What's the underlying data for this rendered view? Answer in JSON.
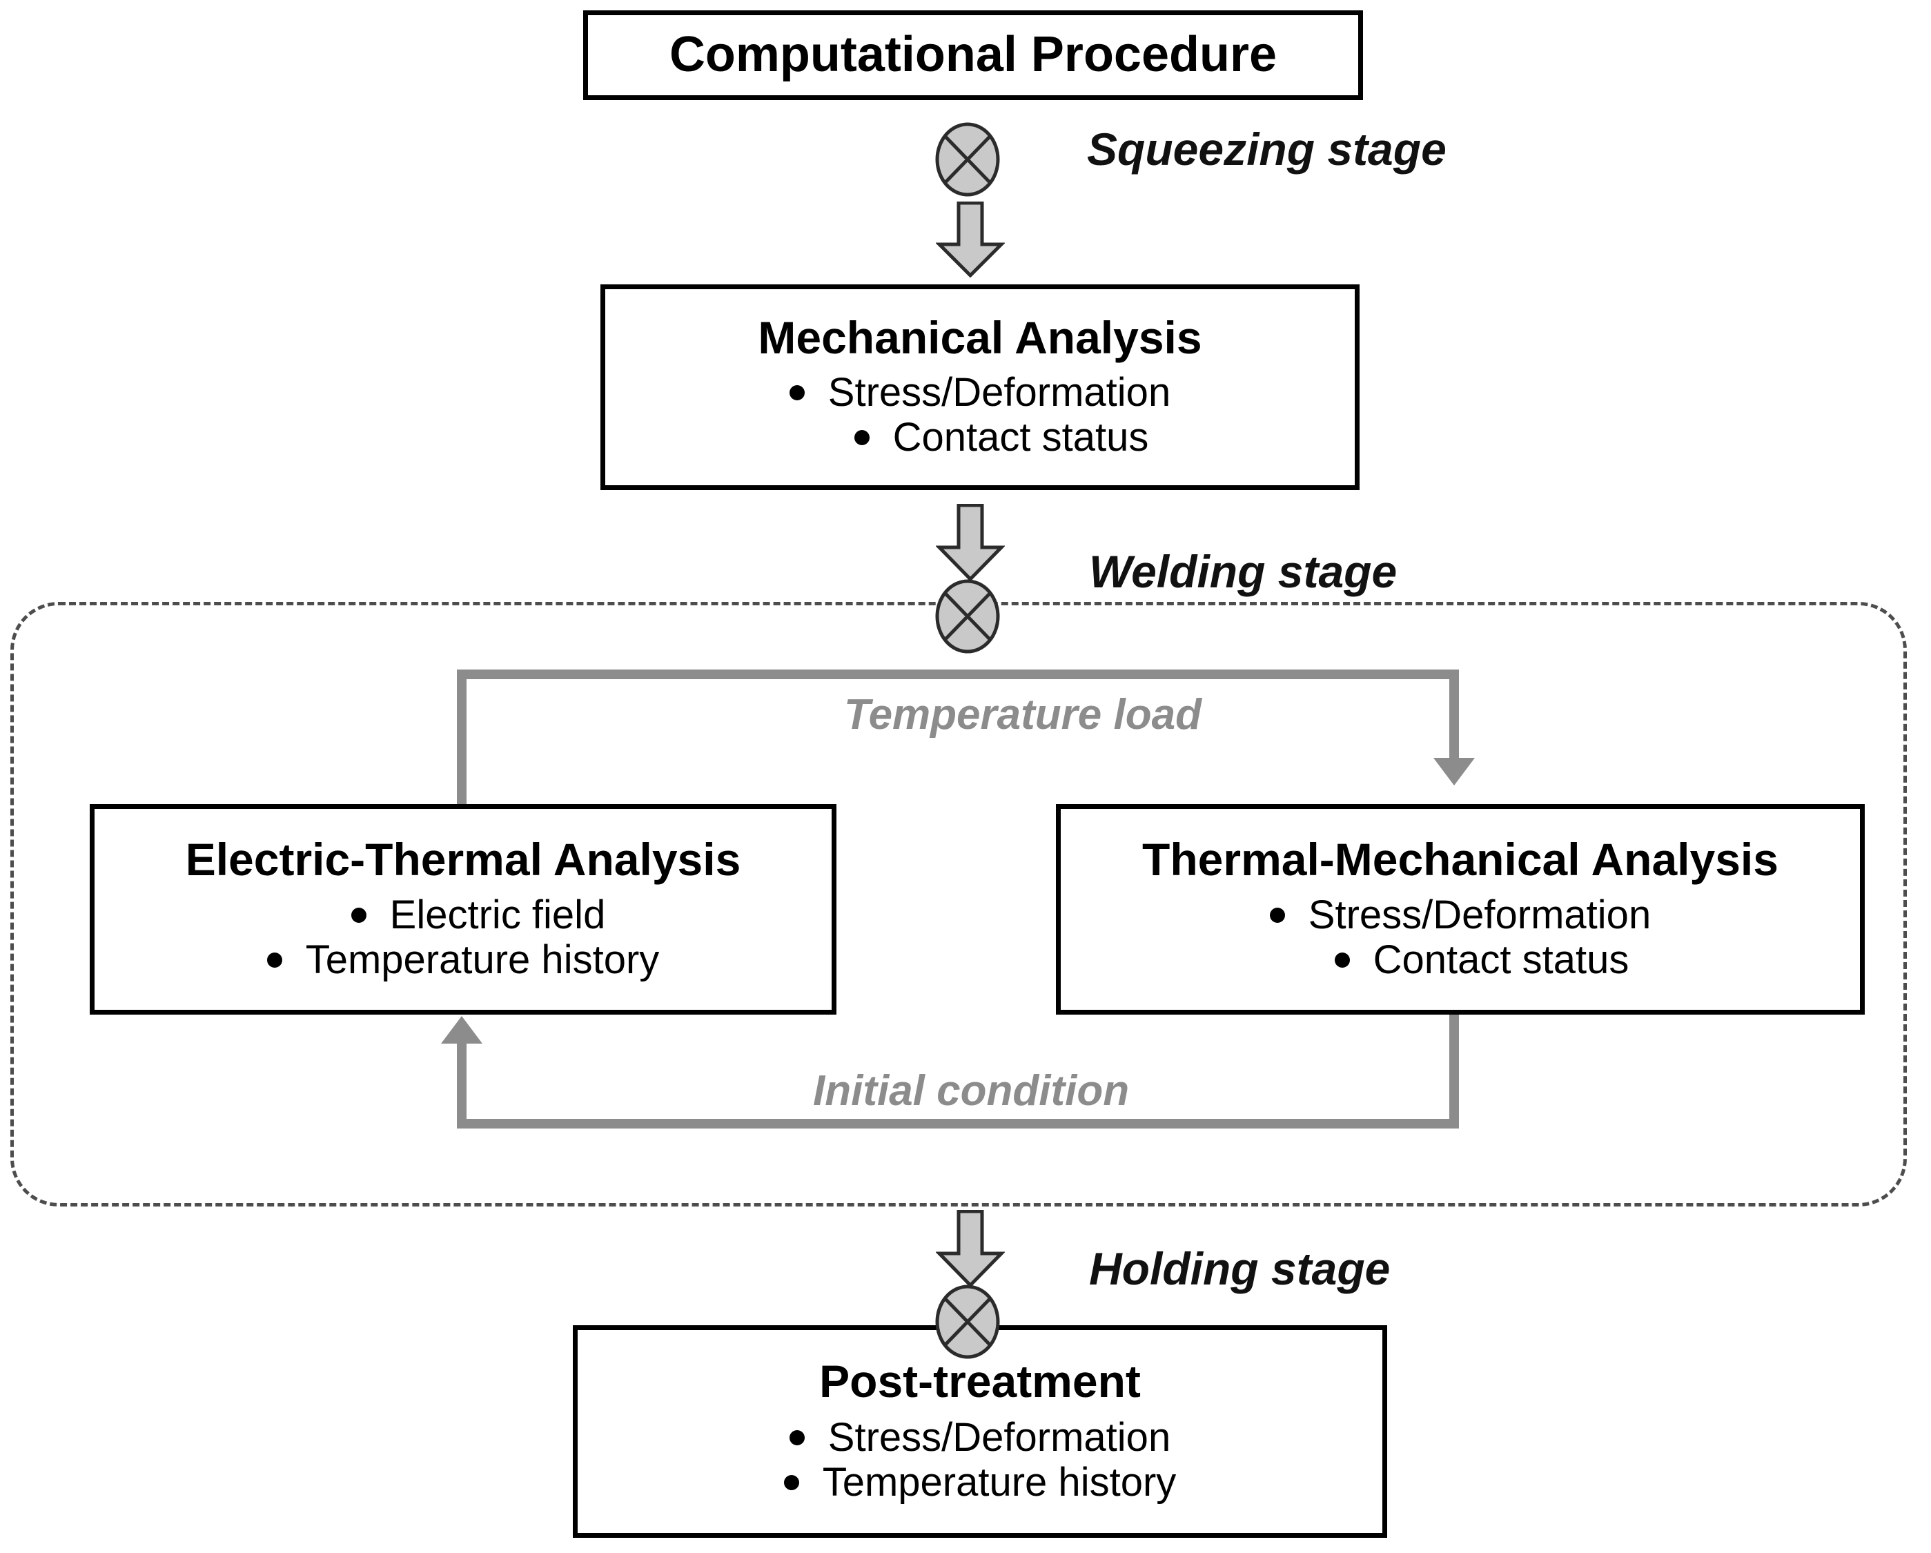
{
  "diagram": {
    "title": "Computational Procedure",
    "nodes": {
      "computational_procedure": {
        "title": "Computational Procedure",
        "bullets": []
      },
      "mechanical_analysis": {
        "title": "Mechanical Analysis",
        "bullets": [
          "Stress/Deformation",
          "Contact status"
        ]
      },
      "electric_thermal_analysis": {
        "title": "Electric-Thermal Analysis",
        "bullets": [
          "Electric field",
          "Temperature history"
        ]
      },
      "thermal_mechanical_analysis": {
        "title": "Thermal-Mechanical Analysis",
        "bullets": [
          "Stress/Deformation",
          "Contact status"
        ]
      },
      "post_treatment": {
        "title": "Post-treatment",
        "bullets": [
          "Stress/Deformation",
          "Temperature history"
        ]
      }
    },
    "stage_labels": {
      "squeezing": "Squeezing stage",
      "welding": "Welding stage",
      "holding": "Holding stage"
    },
    "loop_labels": {
      "temperature_load": "Temperature load",
      "initial_condition": "Initial condition"
    },
    "icons": {
      "connector": "circled-x-icon",
      "flow_arrow": "block-arrow-down-icon",
      "loop_arrow_down": "arrow-down-icon",
      "loop_arrow_up": "arrow-up-icon"
    },
    "colors": {
      "outline": "#000000",
      "loop_gray": "#8c8c8c",
      "dashed_gray": "#4d4d4d",
      "background": "#ffffff",
      "symbol_fill": "#bfbfbf"
    }
  }
}
